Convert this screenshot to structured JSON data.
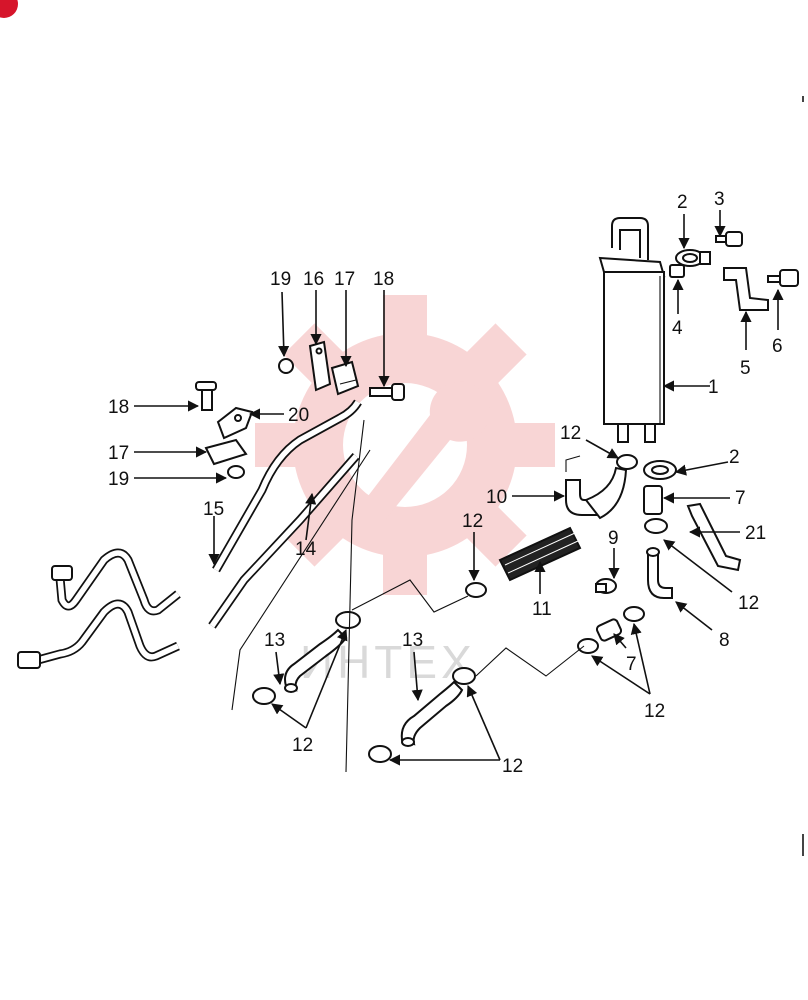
{
  "colors": {
    "ink": "#111111",
    "watermark": "#f3b3b3",
    "badge": "#d6152b"
  },
  "watermark": {
    "icon": "gear-wrench-icon",
    "text": "ИНТЕХ"
  },
  "labels": {
    "l1": "1",
    "l2a": "2",
    "l2b": "2",
    "l3": "3",
    "l4": "4",
    "l5": "5",
    "l6": "6",
    "l7a": "7",
    "l7b": "7",
    "l8": "8",
    "l9": "9",
    "l10": "10",
    "l11": "11",
    "l12a": "12",
    "l12b": "12",
    "l12c": "12",
    "l12d": "12",
    "l12e": "12",
    "l12f": "12",
    "l13a": "13",
    "l13b": "13",
    "l14": "14",
    "l15": "15",
    "l16": "16",
    "l17a": "17",
    "l17b": "17",
    "l18a": "18",
    "l18b": "18",
    "l19a": "19",
    "l19b": "19",
    "l20": "20",
    "l21": "21"
  }
}
